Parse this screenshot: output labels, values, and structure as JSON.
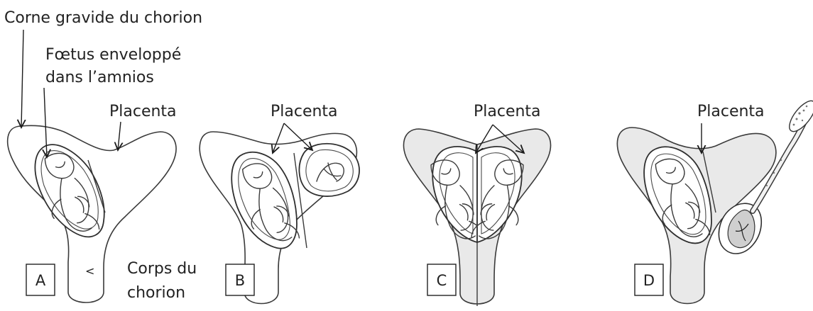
{
  "labels": {
    "corne_gravide": "Corne gravide du chorion",
    "foetus_line1": "Fœtus enveloppé",
    "foetus_line2": "dans l’amnios",
    "corps_line1": "Corps du",
    "corps_line2": "chorion",
    "small_mark": "<"
  },
  "panels": [
    {
      "letter": "A",
      "placenta_label": "Placenta",
      "shaded": false,
      "arrow_count": 1
    },
    {
      "letter": "B",
      "placenta_label": "Placenta",
      "shaded": false,
      "arrow_count": 2
    },
    {
      "letter": "C",
      "placenta_label": "Placenta",
      "shaded": true,
      "arrow_count": 2
    },
    {
      "letter": "D",
      "placenta_label": "Placenta",
      "shaded": true,
      "arrow_count": 1
    }
  ]
}
